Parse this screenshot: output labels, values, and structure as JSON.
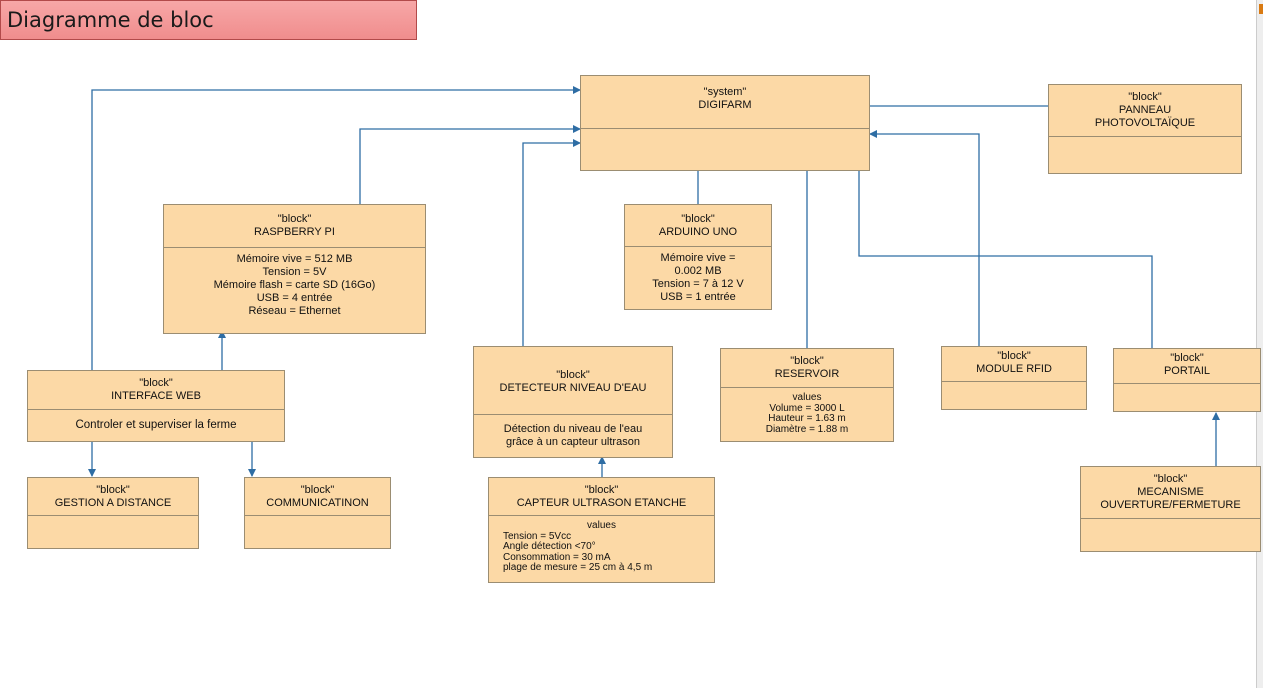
{
  "header": {
    "title": "Diagramme de bloc"
  },
  "blocks": {
    "system": {
      "stereotype": "\"system\"",
      "name": "DIGIFARM"
    },
    "panneau": {
      "stereotype": "\"block\"",
      "name1": "PANNEAU",
      "name2": "PHOTOVOLTAÏQUE"
    },
    "raspberry": {
      "stereotype": "\"block\"",
      "name": "RASPBERRY PI",
      "props": [
        "Mémoire vive = 512 MB",
        "Tension = 5V",
        "Mémoire flash = carte SD (16Go)",
        "USB = 4 entrée",
        "Réseau = Ethernet"
      ]
    },
    "arduino": {
      "stereotype": "\"block\"",
      "name": "ARDUINO UNO",
      "props": [
        "Mémoire vive =",
        "0.002 MB",
        "Tension = 7 à 12 V",
        "USB = 1 entrée"
      ]
    },
    "detecteur": {
      "stereotype": "\"block\"",
      "name": "DETECTEUR NIVEAU D'EAU",
      "desc": [
        "Détection du niveau de l'eau",
        "grâce à un capteur ultrason"
      ]
    },
    "reservoir": {
      "stereotype": "\"block\"",
      "name": "RESERVOIR",
      "values_label": "values",
      "props": [
        "Volume = 3000 L",
        "Hauteur = 1.63 m",
        "Diamètre = 1.88 m"
      ]
    },
    "rfid": {
      "stereotype": "\"block\"",
      "name": "MODULE RFID"
    },
    "portail": {
      "stereotype": "\"block\"",
      "name": "PORTAIL"
    },
    "interface": {
      "stereotype": "\"block\"",
      "name": "INTERFACE WEB",
      "desc": "Controler et superviser la ferme"
    },
    "gestion": {
      "stereotype": "\"block\"",
      "name": "GESTION A DISTANCE"
    },
    "communication": {
      "stereotype": "\"block\"",
      "name": "COMMUNICATINON"
    },
    "capteur": {
      "stereotype": "\"block\"",
      "name": "CAPTEUR ULTRASON ETANCHE",
      "values_label": "values",
      "props": [
        "Tension = 5Vcc",
        "Angle détection <70°",
        "Consommation = 30 mA",
        "plage de mesure = 25 cm à 4,5 m"
      ]
    },
    "mecanisme": {
      "stereotype": "\"block\"",
      "name1": "MECANISME",
      "name2": "OUVERTURE/FERMETURE"
    }
  },
  "colors": {
    "block_fill": "#fcd9a6",
    "block_border": "#9b8d72",
    "connector": "#2e6da4",
    "title_fill": "#f08d8d"
  }
}
